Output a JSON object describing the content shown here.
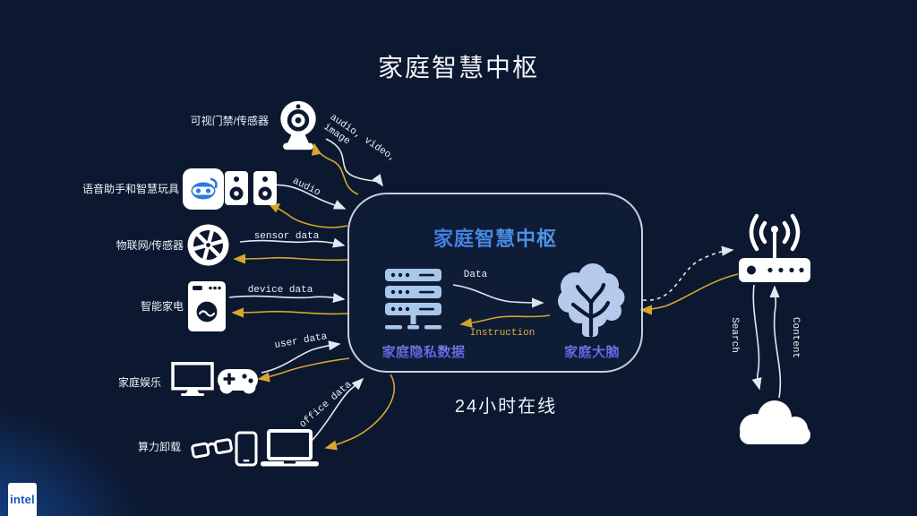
{
  "slide_title": "家庭智慧中枢",
  "hub": {
    "title": "家庭智慧中枢",
    "storage_label": "家庭隐私数据",
    "brain_label": "家庭大脑",
    "flow_to_brain_label": "Data",
    "flow_to_storage_label": "Instruction",
    "status": "24小时在线"
  },
  "devices": [
    {
      "label": "可视门禁/传感器",
      "icon": "webcam"
    },
    {
      "label": "语音助手和智慧玩具",
      "icons": [
        "robot",
        "speaker",
        "speaker"
      ]
    },
    {
      "label": "物联网/传感器",
      "icon": "aperture"
    },
    {
      "label": "智能家电",
      "icon": "washing-machine"
    },
    {
      "label": "家庭娱乐",
      "icons": [
        "tv",
        "gamepad"
      ]
    },
    {
      "label": "算力卸载",
      "icons": [
        "3d-glasses",
        "smartphone",
        "laptop"
      ]
    }
  ],
  "flows": [
    {
      "label": "audio, video, image",
      "lines": [
        "audio, video,",
        "image"
      ]
    },
    {
      "label": "audio"
    },
    {
      "label": "sensor data"
    },
    {
      "label": "device data"
    },
    {
      "label": "user data"
    },
    {
      "label": "office data"
    }
  ],
  "internet": {
    "router_icon": "wifi-router",
    "cloud_icon": "cloud",
    "search_label": "Search",
    "content_label": "Content"
  },
  "branding": {
    "logo_text": "intel"
  },
  "colors": {
    "background": "#0c1830",
    "accent_yellow": "#d9a62c",
    "line_white": "#e3e8f0",
    "hub_border": "#c6cfdc",
    "hub_title_gradient": [
      "#3a6ce0",
      "#55a9e8"
    ],
    "hub_sublabel_purple": "#5a60e6",
    "icon_light_blue": "#aac7ec",
    "intel_blue": "#1557c0"
  }
}
